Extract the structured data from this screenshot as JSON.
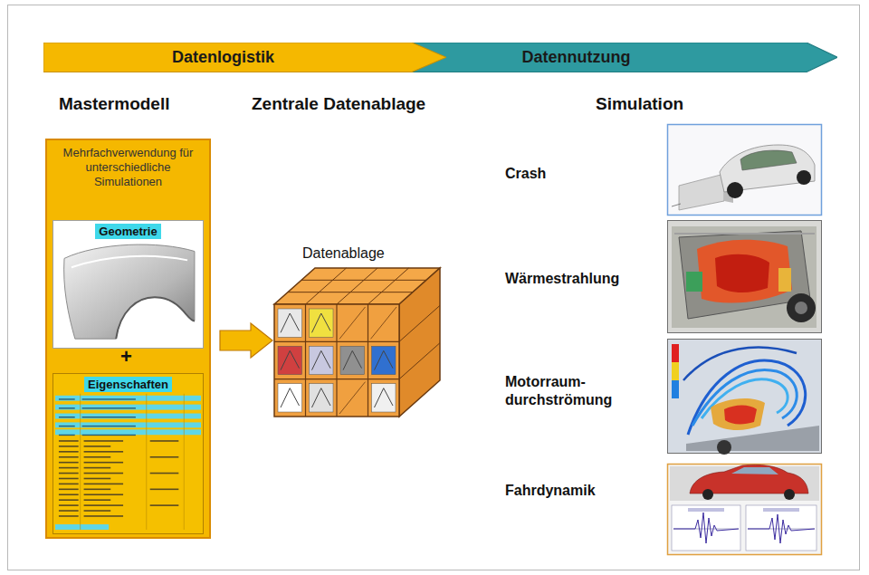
{
  "diagram": {
    "nodes": [
      {
        "text": [
          "Datenlogistik"
        ]
      },
      {
        "text": [
          "Datennutzung"
        ]
      },
      {
        "text": [
          "Mehrfachverwendung für unterschiedliche Simulationen"
        ]
      },
      {
        "text": [
          "Geometrie"
        ],
        "in": 2
      },
      {
        "text": [
          "Eigenschaften"
        ],
        "in": 2
      },
      {
        "text": [
          "Datenablage"
        ]
      }
    ],
    "edges": [
      {
        "from": 2,
        "to": 5,
        "arrow": "to"
      }
    ],
    "labels": [
      "Mastermodell",
      "Zentrale Datenablage",
      "Simulation",
      "+",
      "Crash",
      "Wärmestrahlung",
      "Motorraum- durchströmung",
      "Fahrdynamik"
    ]
  }
}
